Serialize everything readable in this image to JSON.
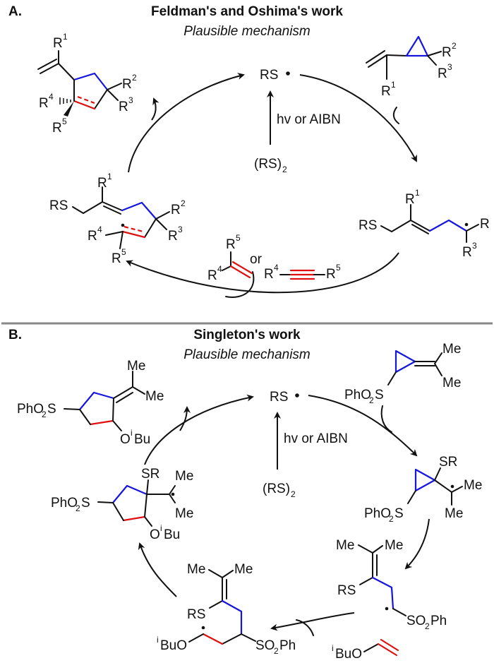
{
  "panel_a": {
    "label": "A.",
    "title": "Feldman's and Oshima's work",
    "subtitle": "Plausible mechanism",
    "initiation": {
      "radical": "RS",
      "reagent": "(RS)",
      "reagent_sub": "2",
      "conditions": "hv  or AIBN"
    },
    "substrate": {
      "r1": "R",
      "r1_sup": "1",
      "r2": "R",
      "r2_sup": "2",
      "r3": "R",
      "r3_sup": "3"
    },
    "intermediate_1": {
      "rs": "RS",
      "r1": "R",
      "r1_sup": "1",
      "r": "R",
      "r3": "R",
      "r3_sup": "3"
    },
    "partner": {
      "r5": "R",
      "r5_sup": "5",
      "r4": "R",
      "r4_sup": "4",
      "or": "or",
      "alkyne_r4": "R",
      "alkyne_r4_sup": "4",
      "alkyne_r5": "R",
      "alkyne_r5_sup": "5"
    },
    "intermediate_2": {
      "rs": "RS",
      "r1": "R",
      "r1_sup": "1",
      "r2": "R",
      "r2_sup": "2",
      "r3": "R",
      "r3_sup": "3",
      "r4": "R",
      "r4_sup": "4",
      "r5": "R",
      "r5_sup": "5"
    },
    "product": {
      "r1": "R",
      "r1_sup": "1",
      "r2": "R",
      "r2_sup": "2",
      "r3": "R",
      "r3_sup": "3",
      "r4": "R",
      "r4_sup": "4",
      "r5": "R",
      "r5_sup": "5"
    }
  },
  "panel_b": {
    "label": "B.",
    "title": "Singleton's work",
    "subtitle": "Plausible mechanism",
    "initiation": {
      "radical": "RS",
      "reagent": "(RS)",
      "reagent_sub": "2",
      "conditions": "hv or AIBN"
    },
    "substrate": {
      "me1": "Me",
      "me2": "Me",
      "phso2s_a": "PhO",
      "phso2s_sub": "2",
      "phso2s_b": "S"
    },
    "intermediate_1": {
      "sr": "SR",
      "me1": "Me",
      "me2": "Me",
      "phso2s_a": "PhO",
      "phso2s_sub": "2",
      "phso2s_b": "S"
    },
    "intermediate_2": {
      "me1": "Me",
      "me2": "Me",
      "rs": "RS",
      "so2ph_a": "SO",
      "so2ph_sub": "2",
      "so2ph_b": "Ph"
    },
    "partner": {
      "ibu_sup": "i",
      "ibuo": "BuO"
    },
    "intermediate_3": {
      "me1": "Me",
      "me2": "Me",
      "rs": "RS",
      "ibu_sup": "i",
      "ibuo": "BuO",
      "so2ph_a": "SO",
      "so2ph_sub": "2",
      "so2ph_b": "Ph"
    },
    "intermediate_4": {
      "phso2s_a": "PhO",
      "phso2s_sub": "2",
      "phso2s_b": "S",
      "sr": "SR",
      "me1": "Me",
      "me2": "Me",
      "o": "O",
      "ibu_sup": "i",
      "bu": "Bu"
    },
    "product": {
      "phso2s_a": "PhO",
      "phso2s_sub": "2",
      "phso2s_b": "S",
      "me1": "Me",
      "me2": "Me",
      "o": "O",
      "ibu_sup": "i",
      "bu": "Bu"
    }
  },
  "colors": {
    "new_bond_blue": "#1515e0",
    "new_bond_red": "#e01010",
    "divider": "#888888"
  }
}
